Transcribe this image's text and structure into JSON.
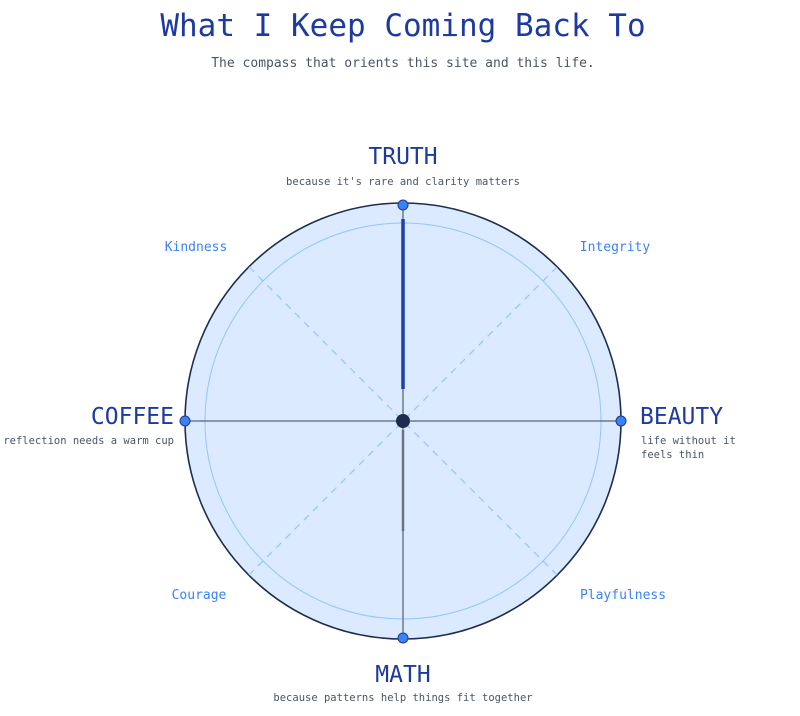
{
  "header": {
    "title": "What I Keep Coming Back To",
    "subtitle": "The compass that orients this site and this life."
  },
  "compass": {
    "north": {
      "label": "TRUTH",
      "note": "because it's rare and clarity matters"
    },
    "east": {
      "label": "BEAUTY",
      "note_line1": "life without it",
      "note_line2": "feels thin"
    },
    "south": {
      "label": "MATH",
      "note": "because patterns help things fit together"
    },
    "west": {
      "label": "COFFEE",
      "note": "reflection needs a warm cup"
    },
    "diagonals": {
      "northwest": "Kindness",
      "northeast": "Integrity",
      "southwest": "Courage",
      "southeast": "Playfulness"
    }
  },
  "colors": {
    "title": "#1e3a9e",
    "dial_fill": "#dbeafe",
    "dial_stroke": "#1e2d4d",
    "needle_north": "#1e40af",
    "needle_south": "#6b7280",
    "accent": "#3b82f6"
  }
}
